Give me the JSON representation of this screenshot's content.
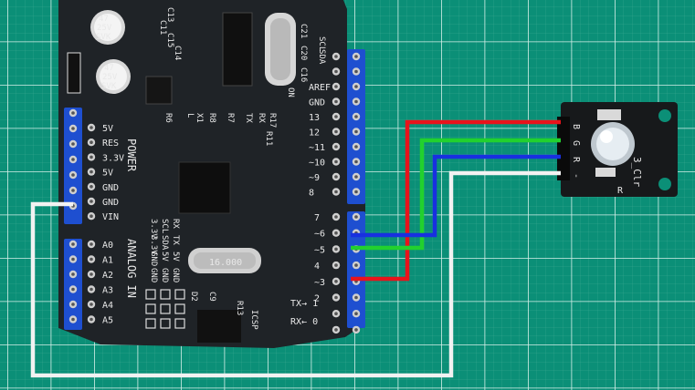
{
  "board": {
    "power_header": "POWER",
    "power_pins": [
      "5V",
      "RES",
      "3.3V",
      "5V",
      "GND",
      "GND",
      "VIN"
    ],
    "analog_header": "ANALOG IN",
    "analog_pins": [
      "A0",
      "A1",
      "A2",
      "A3",
      "A4",
      "A5"
    ],
    "digital_top": [
      "SCL",
      "SDA",
      "AREF",
      "GND",
      "13",
      "12",
      "~11",
      "~10",
      "~9",
      "8"
    ],
    "digital_bottom": [
      "7",
      "~6",
      "~5",
      "4",
      "~3",
      "2"
    ],
    "tx_label": "TX→ 1",
    "rx_label": "RX← 0",
    "icsp_label": "ICSP",
    "crystal_label": "16.000",
    "cap_text": [
      "47",
      "25V",
      "SVK"
    ],
    "comp_labels": [
      "C13",
      "C11",
      "C15",
      "C14",
      "C21",
      "C20",
      "C16",
      "R6",
      "R8",
      "R7",
      "R17",
      "L",
      "X1",
      "ON",
      "TX",
      "RX",
      "R11",
      "R13",
      "D2",
      "C9"
    ],
    "bus_labels": [
      "RX",
      "TX",
      "5V",
      "GND",
      "SCL",
      "SDA",
      "5V",
      "GND",
      "3.3V",
      "3.3V",
      "GND",
      "GND"
    ]
  },
  "module": {
    "name": "3_Clr",
    "pin_labels": [
      "B",
      "G",
      "R",
      "-"
    ],
    "chip_label": "R"
  },
  "wires": [
    {
      "name": "red",
      "color": "#e8131b",
      "from": "R",
      "to": "3"
    },
    {
      "name": "green",
      "color": "#22d12e",
      "from": "G",
      "to": "5"
    },
    {
      "name": "blue",
      "color": "#1830e0",
      "from": "B",
      "to": "6"
    },
    {
      "name": "gnd",
      "color": "#f2f2f2",
      "from": "-",
      "to": "GND"
    }
  ]
}
